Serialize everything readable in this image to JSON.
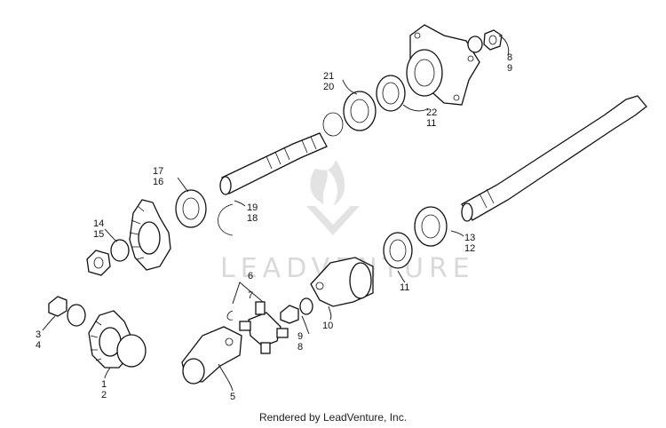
{
  "watermark": "LEADVENTURE",
  "credit": "Rendered by LeadVenture, Inc.",
  "callouts": {
    "c1": "1",
    "c2": "2",
    "c3": "3",
    "c4": "4",
    "c5": "5",
    "c6": "6",
    "c7": "7",
    "c8a": "8",
    "c9a": "9",
    "c8b": "8",
    "c9b": "9",
    "c10": "10",
    "c11a": "11",
    "c11b": "11",
    "c12": "12",
    "c13": "13",
    "c14": "14",
    "c15": "15",
    "c16": "16",
    "c17": "17",
    "c18": "18",
    "c19": "19",
    "c20": "20",
    "c21": "21",
    "c22": "22"
  }
}
